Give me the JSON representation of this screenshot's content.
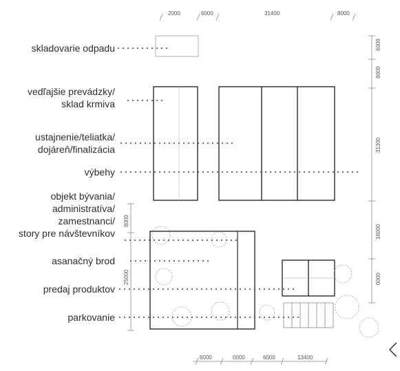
{
  "labels": {
    "waste_storage": [
      "skladovarie odpadu"
    ],
    "side_ops": [
      "vedľajšie prevádzky/",
      "sklad krmiva"
    ],
    "stables": [
      "ustajnenie/teliatka/",
      "dojáreň/finalizácia"
    ],
    "paddocks": [
      "výbehy"
    ],
    "housing": [
      "objekt bývania/",
      "administratíva/",
      "zamestnanci/",
      "story pre návštevníkov"
    ],
    "sanitation": [
      "asanačný brod"
    ],
    "sales": [
      "predaj produktov"
    ],
    "parking": [
      "parkovanie"
    ]
  },
  "dimensions": {
    "top": [
      "2000",
      "6000",
      "31400",
      "8000"
    ],
    "bottom": [
      "6000",
      "0000",
      "6000",
      "13400"
    ],
    "right": [
      "6000",
      "8000",
      "31300",
      "16000",
      "0000"
    ],
    "left": [
      "8000",
      "25000"
    ]
  },
  "colors": {
    "line": "#2b2b2b",
    "dot": "#3a3a3a",
    "thin": "#8a8a8a",
    "tree": "#9a9a9a",
    "text": "#2d2d2d"
  }
}
